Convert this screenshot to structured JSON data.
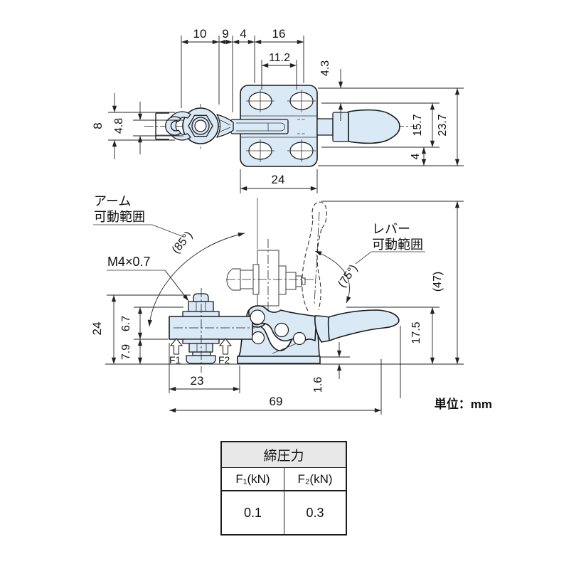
{
  "unit_note": "単位：mm",
  "top_view": {
    "dims": {
      "d10": "10",
      "d9": "9",
      "d4_top": "4",
      "d16": "16",
      "d11_2": "11.2",
      "d4_3": "4.3",
      "d8": "8",
      "d4_8": "4.8",
      "d15_7": "15.7",
      "d23_7": "23.7",
      "d4_right": "4",
      "d24": "24"
    }
  },
  "side_view": {
    "labels": {
      "arm_range_line1": "アーム",
      "arm_range_line2": "可動範囲",
      "arm_angle": "(85°)",
      "thread_spec": "M4×0.7",
      "lever_range_line1": "レバー",
      "lever_range_line2": "可動範囲",
      "lever_angle": "(75°)",
      "force1": "F1",
      "force2": "F2"
    },
    "dims": {
      "d24": "24",
      "d6_7": "6.7",
      "d7_9": "7.9",
      "d23": "23",
      "d69": "69",
      "d1_6": "1.6",
      "d17_5": "17.5",
      "d47": "(47)"
    }
  },
  "table": {
    "title": "締圧力",
    "columns": [
      "F₁(kN)",
      "F₂(kN)"
    ],
    "rows": [
      [
        "0.1",
        "0.3"
      ]
    ]
  },
  "colors": {
    "part_fill": "#d9e9f6",
    "line_color": "#1c1c1c",
    "table_header_bg": "#e8e8e8"
  }
}
